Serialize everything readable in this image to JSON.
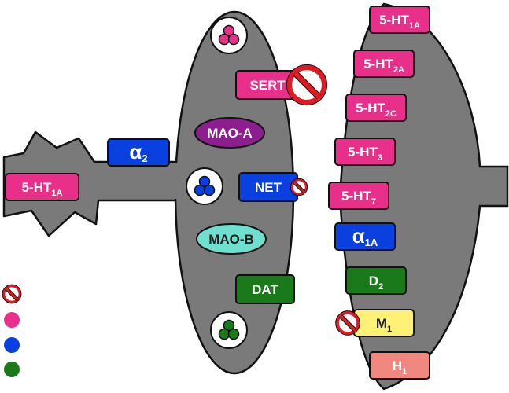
{
  "presynaptic_receptors": [
    {
      "id": "alpha2",
      "base": "α",
      "sub": "2",
      "color": "#0a3fe0",
      "text_color": "#ffffff"
    },
    {
      "id": "5ht1a-autoreceptor",
      "base": "5-HT",
      "sub": "1A",
      "color": "#e8308a",
      "text_color": "#ffffff"
    }
  ],
  "presynaptic_proteins": [
    {
      "id": "sert",
      "base": "SERT",
      "sub": "",
      "color": "#e8308a",
      "text_color": "#ffffff",
      "blocked": true
    },
    {
      "id": "mao-a",
      "base": "MAO-A",
      "sub": "",
      "color": "#8c1e8e",
      "text_color": "#ffffff"
    },
    {
      "id": "net",
      "base": "NET",
      "sub": "",
      "color": "#0a3fe0",
      "text_color": "#ffffff",
      "blocked": true
    },
    {
      "id": "mao-b",
      "base": "MAO-B",
      "sub": "",
      "color": "#6fe0cf",
      "text_color": "#1a1a1a"
    },
    {
      "id": "dat",
      "base": "DAT",
      "sub": "",
      "color": "#1a7a1a",
      "text_color": "#ffffff"
    }
  ],
  "postsynaptic_receptors": [
    {
      "id": "5ht1a",
      "base": "5-HT",
      "sub": "1A",
      "color": "#e8308a",
      "text_color": "#ffffff"
    },
    {
      "id": "5ht2a",
      "base": "5-HT",
      "sub": "2A",
      "color": "#e8308a",
      "text_color": "#ffffff"
    },
    {
      "id": "5ht2c",
      "base": "5-HT",
      "sub": "2C",
      "color": "#e8308a",
      "text_color": "#ffffff"
    },
    {
      "id": "5ht3",
      "base": "5-HT",
      "sub": "3",
      "color": "#e8308a",
      "text_color": "#ffffff"
    },
    {
      "id": "5ht7",
      "base": "5-HT",
      "sub": "7",
      "color": "#e8308a",
      "text_color": "#ffffff"
    },
    {
      "id": "alpha1a",
      "base": "α",
      "sub": "1A",
      "color": "#0a3fe0",
      "text_color": "#ffffff"
    },
    {
      "id": "d2",
      "base": "D",
      "sub": "2",
      "color": "#1a7a1a",
      "text_color": "#ffffff"
    },
    {
      "id": "m1",
      "base": "M",
      "sub": "1",
      "color": "#fff176",
      "text_color": "#1a1a1a",
      "blocked": true
    },
    {
      "id": "h1",
      "base": "H",
      "sub": "1",
      "color": "#f08880",
      "text_color": "#ffffff"
    }
  ],
  "vesicles": [
    {
      "id": "serotonin-vesicle",
      "color": "#e8308a"
    },
    {
      "id": "norepinephrine-vesicle",
      "color": "#0a3fe0"
    },
    {
      "id": "dopamine-vesicle",
      "color": "#1a7a1a"
    }
  ],
  "legend": [
    {
      "id": "block",
      "symbol": "no-sign-icon"
    },
    {
      "id": "serotonin",
      "color": "#e8308a"
    },
    {
      "id": "norepinephrine",
      "color": "#0a3fe0"
    },
    {
      "id": "dopamine",
      "color": "#1a7a1a"
    }
  ],
  "colors": {
    "neuron": "#7a7a7a",
    "outline": "#111111",
    "block_red": "#e01b24"
  }
}
